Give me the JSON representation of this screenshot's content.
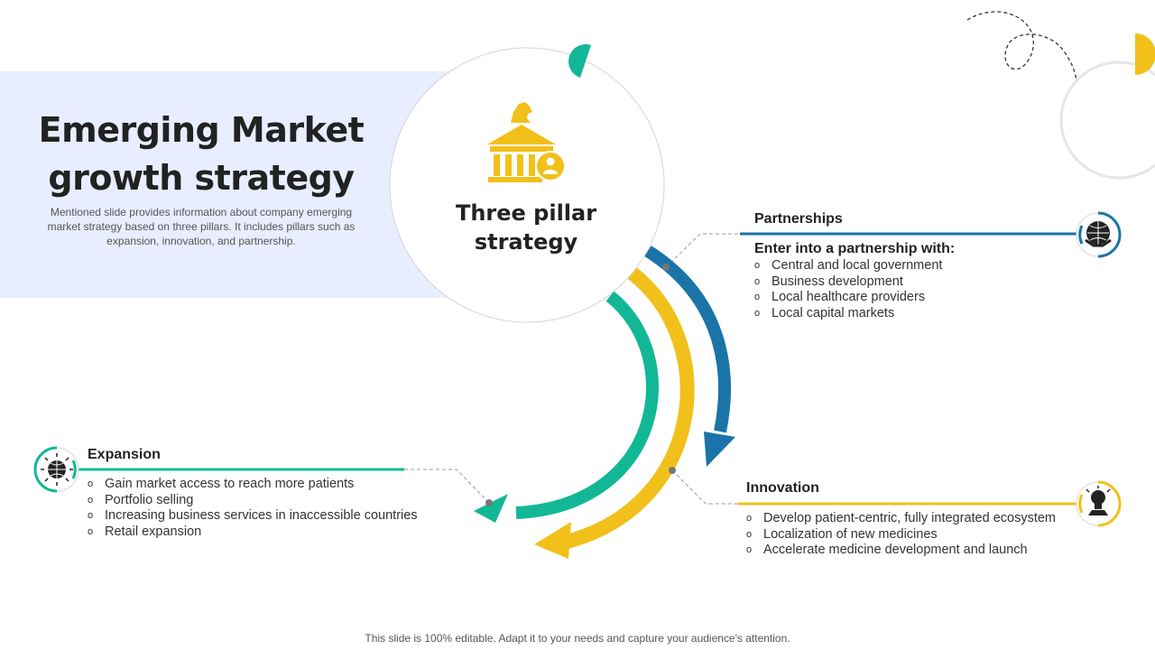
{
  "slide": {
    "title_lines": [
      "Emerging Market",
      "growth strategy"
    ],
    "description_lines": [
      "Mentioned slide provides information about company emerging",
      "market strategy based on three pillars. It includes pillars such as",
      "expansion, innovation, and partnership."
    ],
    "center_title_lines": [
      "Three pillar",
      "strategy"
    ],
    "footer": "This slide is 100% editable. Adapt it to your needs and capture your audience's attention."
  },
  "pillars": {
    "partnerships": {
      "title": "Partnerships",
      "subtitle": "Enter into a partnership with:",
      "items": [
        "Central and local government",
        "Business development",
        "Local healthcare providers",
        "Local capital markets"
      ],
      "color": "#1a74a8",
      "icon": "handshake-globe-icon"
    },
    "innovation": {
      "title": "Innovation",
      "items": [
        "Develop patient-centric, fully integrated ecosystem",
        "Localization of new medicines",
        "Accelerate medicine development and launch"
      ],
      "color": "#f2c01a",
      "icon": "lightbulb-gear-icon"
    },
    "expansion": {
      "title": "Expansion",
      "items": [
        "Gain market access to reach more patients",
        "Portfolio selling",
        "Increasing business services in inaccessible countries",
        "Retail expansion"
      ],
      "color": "#12b896",
      "icon": "network-globe-icon"
    }
  },
  "colors": {
    "blue": "#1a74a8",
    "yellow": "#f2c01a",
    "green": "#12b896",
    "panel": "#e8eeff"
  },
  "center_icon": "bank-chess-knight-icon"
}
